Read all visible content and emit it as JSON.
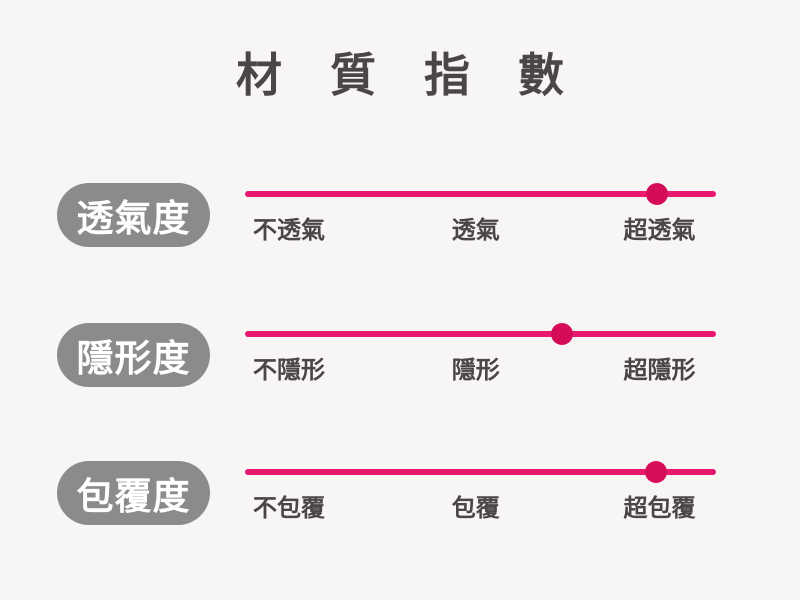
{
  "title": "材質指數",
  "colors": {
    "bg": "#f7f6f5",
    "text": "#4b4546",
    "pill-bg": "#8b8b8b",
    "pill-text": "#ffffff",
    "accent-line": "#e8196e",
    "accent-dot": "#d50d58"
  },
  "chart_data": {
    "type": "scatter",
    "subtype": "rating_sliders",
    "title": "材質指數",
    "x_range_percent": [
      0,
      100
    ],
    "grid": false,
    "legend": false,
    "metrics": [
      {
        "name": "透氣度",
        "scale_labels": [
          "不透氣",
          "透氣",
          "超透氣"
        ],
        "value_percent": 87.5
      },
      {
        "name": "隱形度",
        "scale_labels": [
          "不隱形",
          "隱形",
          "超隱形"
        ],
        "value_percent": 67.3
      },
      {
        "name": "包覆度",
        "scale_labels": [
          "不包覆",
          "包覆",
          "超包覆"
        ],
        "value_percent": 87.3
      }
    ]
  }
}
